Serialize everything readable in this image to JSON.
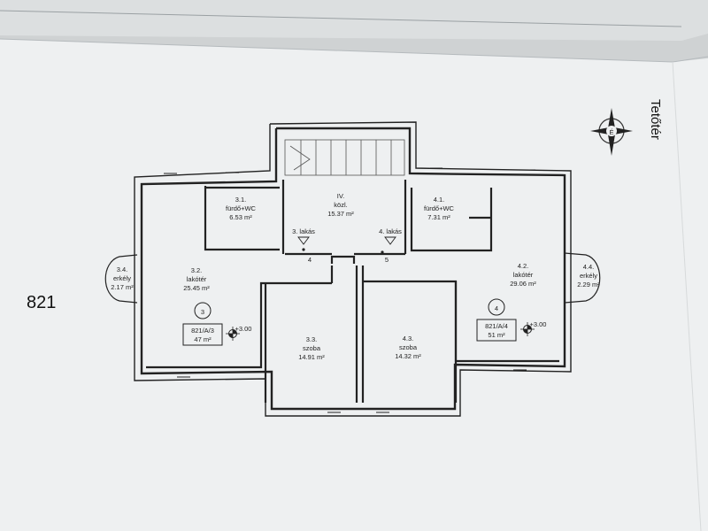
{
  "page_number": "821",
  "floor_title": "Tetőtér",
  "compass_letter": "É",
  "units": {
    "apt3": {
      "num": "3",
      "code": "821/A/3",
      "area": "47 m²",
      "level": "+3.00"
    },
    "apt4": {
      "num": "4",
      "code": "821/A/4",
      "area": "51 m²",
      "level": "+3.00"
    }
  },
  "tags": {
    "apt3": "3. lakás",
    "apt4": "4. lakás",
    "door3": "4",
    "door4": "5"
  },
  "rooms": {
    "r31": {
      "id": "3.1.",
      "name": "fürdő+WC",
      "area": "6.53 m²"
    },
    "r32": {
      "id": "3.2.",
      "name": "lakótér",
      "area": "25.45 m²"
    },
    "r33": {
      "id": "3.3.",
      "name": "szoba",
      "area": "14.91 m²"
    },
    "r34": {
      "id": "3.4.",
      "name": "erkély",
      "area": "2.17 m²"
    },
    "r41": {
      "id": "4.1.",
      "name": "fürdő+WC",
      "area": "7.31 m²"
    },
    "r42": {
      "id": "4.2.",
      "name": "lakótér",
      "area": "29.06 m²"
    },
    "r43": {
      "id": "4.3.",
      "name": "szoba",
      "area": "14.32 m²"
    },
    "r44": {
      "id": "4.4.",
      "name": "erkély",
      "area": "2.29 m²"
    },
    "riv": {
      "id": "IV.",
      "name": "közl.",
      "area": "15.37 m²"
    }
  }
}
